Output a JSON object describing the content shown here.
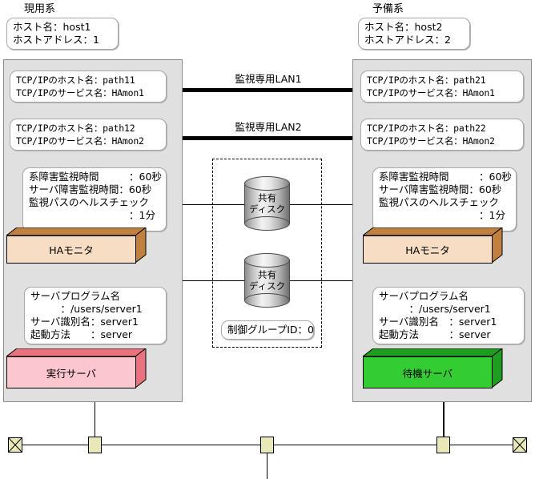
{
  "diagram": {
    "left_system": {
      "title": "現用系",
      "host_box": "ホスト名：host1\nホストアドレス：1",
      "path1_box": "TCP/IPのホスト名：path11\nTCP/IPのサービス名：HAmon1",
      "path2_box": "TCP/IPのホスト名：path12\nTCP/IPのサービス名：HAmon2",
      "monitor_box": "系障害監視時間　　　：60秒\nサーバ障害監視時間：60秒\n監視パスのヘルスチェック\n　　　　　　　　　　：1分",
      "ha_monitor_label": "HAモニタ",
      "server_info_box": "サーバプログラム名\n　　　：/users/server1\nサーバ識別名：server1\n起動方法　　：server",
      "server_label": "実行サーバ"
    },
    "right_system": {
      "title": "予備系",
      "host_box": "ホスト名：host2\nホストアドレス：2",
      "path1_box": "TCP/IPのホスト名：path21\nTCP/IPのサービス名：HAmon1",
      "path2_box": "TCP/IPのホスト名：path22\nTCP/IPのサービス名：HAmon2",
      "monitor_box": "系障害監視時間　　　：60秒\nサーバ障害監視時間：60秒\n監視パスのヘルスチェック\n　　　　　　　　　　：1分",
      "ha_monitor_label": "HAモニタ",
      "server_info_box": "サーバプログラム名\n　　　：/users/server1\nサーバ識別名　：server1\n起動方法　　　：server",
      "server_label": "待機サーバ"
    },
    "networks": {
      "lan1_label": "監視専用LAN1",
      "lan2_label": "監視専用LAN2"
    },
    "shared": {
      "disk1_label": "共有\nディスク",
      "disk2_label": "共有\nディスク",
      "control_group_box": "制御グループID：0"
    },
    "colors": {
      "panel_bg": "#e0e0e0",
      "ha_monitor_fill": "#f6ddc3",
      "ha_monitor_side": "#c08040",
      "active_server_fill": "#fbc6cd",
      "active_server_side": "#e8737f",
      "standby_server_fill": "#33cc33",
      "standby_server_side": "#1f9d1f",
      "bus_tap_fill": "#e9e9b8",
      "line": "#000000"
    }
  }
}
